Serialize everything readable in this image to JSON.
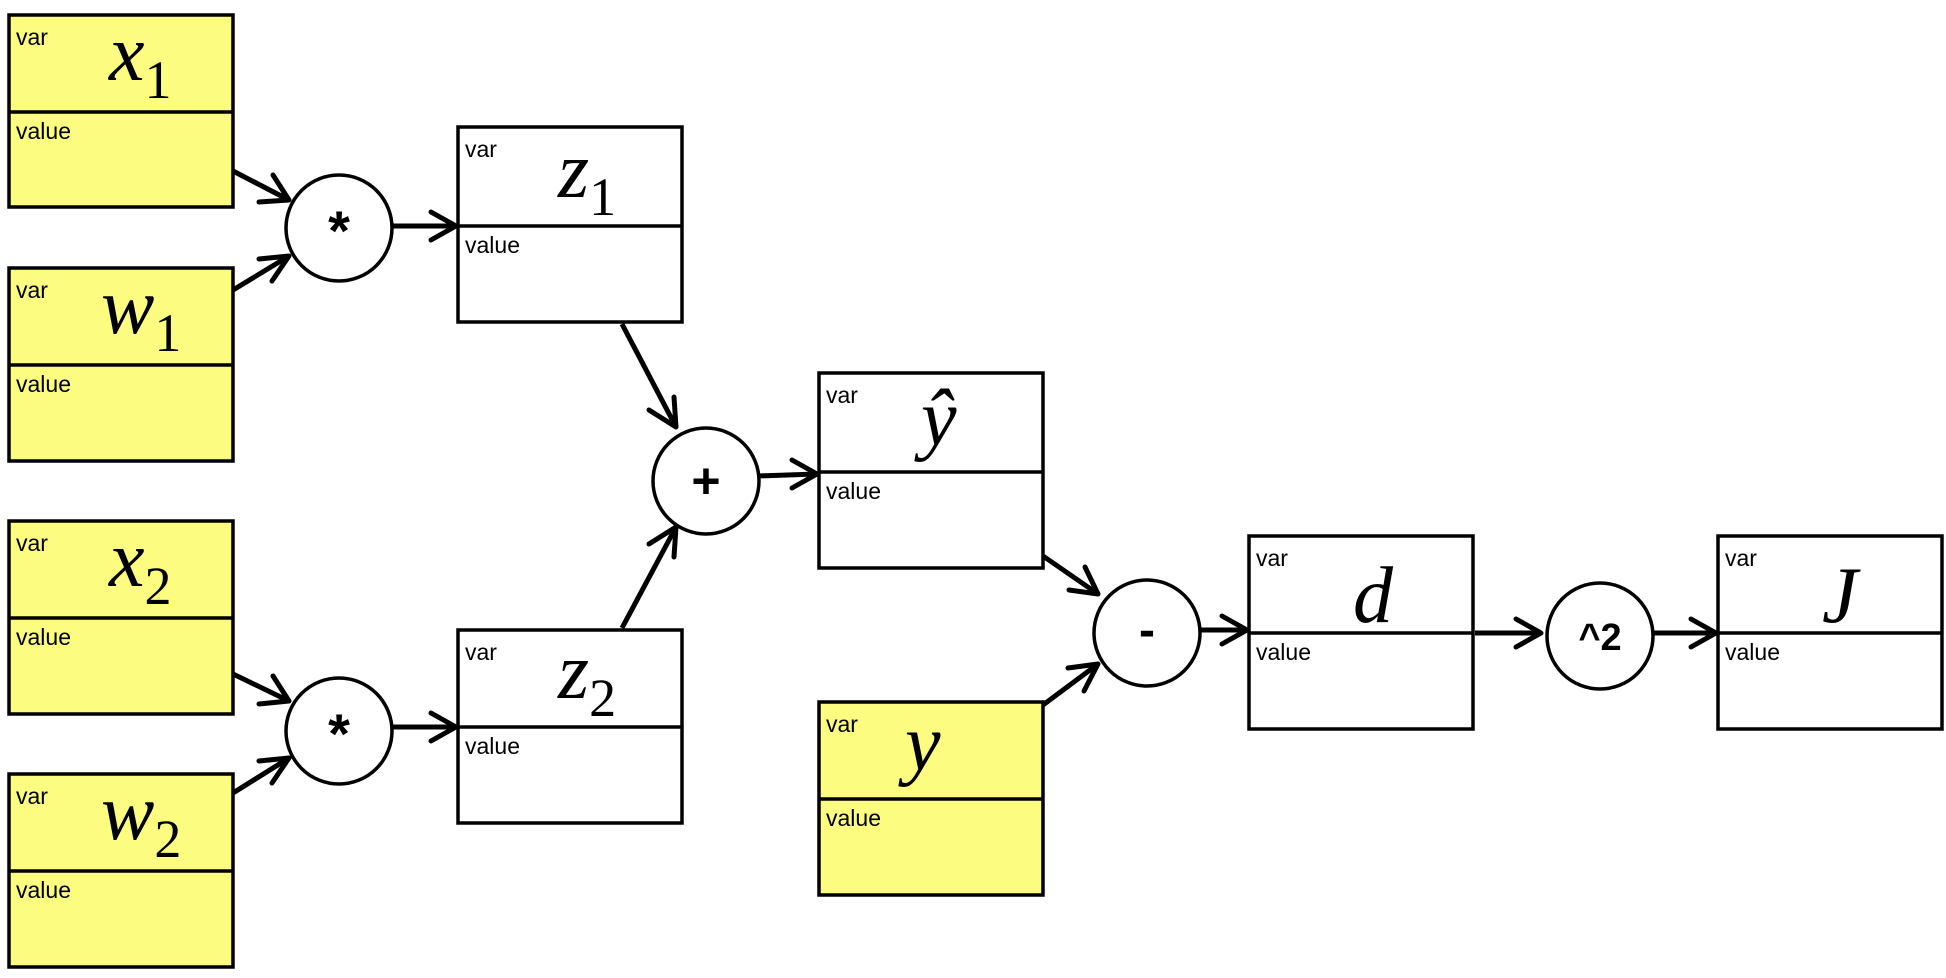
{
  "colors": {
    "input_fill": "#fcfc80",
    "node_fill": "#ffffff",
    "stroke": "#000000"
  },
  "nodes": {
    "x1": {
      "var_label": "var",
      "value_label": "value",
      "symbol": "x",
      "subscript": "1"
    },
    "w1": {
      "var_label": "var",
      "value_label": "value",
      "symbol": "w",
      "subscript": "1"
    },
    "x2": {
      "var_label": "var",
      "value_label": "value",
      "symbol": "x",
      "subscript": "2"
    },
    "w2": {
      "var_label": "var",
      "value_label": "value",
      "symbol": "w",
      "subscript": "2"
    },
    "z1": {
      "var_label": "var",
      "value_label": "value",
      "symbol": "z",
      "subscript": "1"
    },
    "z2": {
      "var_label": "var",
      "value_label": "value",
      "symbol": "z",
      "subscript": "2"
    },
    "yhat": {
      "var_label": "var",
      "value_label": "value",
      "symbol": "ŷ",
      "subscript": ""
    },
    "y": {
      "var_label": "var",
      "value_label": "value",
      "symbol": "y",
      "subscript": ""
    },
    "d": {
      "var_label": "var",
      "value_label": "value",
      "symbol": "d",
      "subscript": ""
    },
    "J": {
      "var_label": "var",
      "value_label": "value",
      "symbol": "J",
      "subscript": ""
    }
  },
  "ops": {
    "mul1": {
      "symbol": "*"
    },
    "mul2": {
      "symbol": "*"
    },
    "add": {
      "symbol": "+"
    },
    "sub": {
      "symbol": "-"
    },
    "square": {
      "symbol": "^2"
    }
  }
}
